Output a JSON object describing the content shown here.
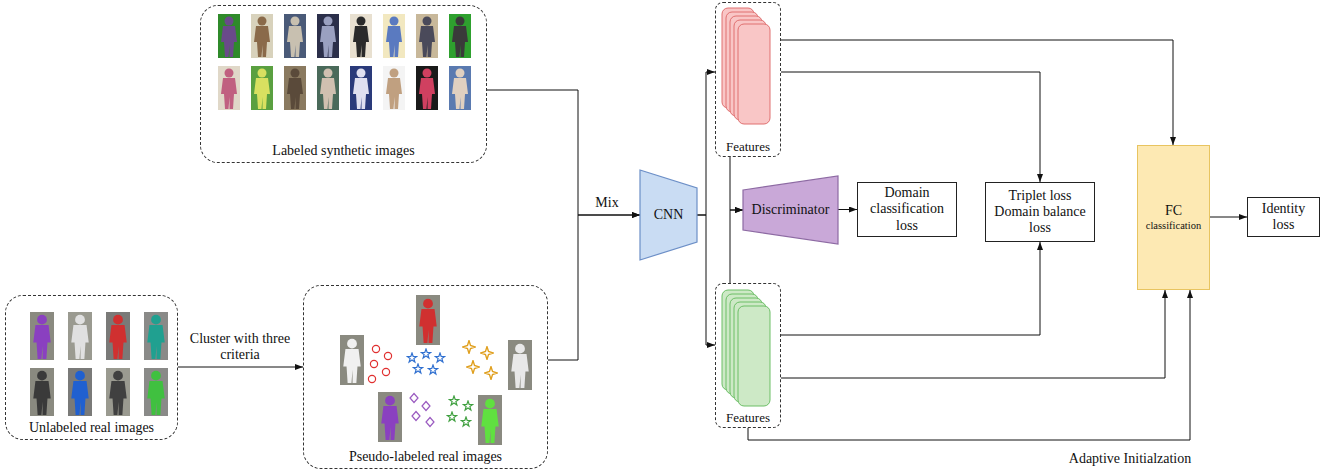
{
  "diagram": {
    "nodes": [
      {
        "text": [
          "Labeled synthetic images"
        ]
      },
      {
        "text": [
          "Unlabeled real images"
        ]
      },
      {
        "text": [
          "Pseudo-labeled real images"
        ]
      },
      {
        "text": [
          "CNN"
        ]
      },
      {
        "text": [
          "Features"
        ]
      },
      {
        "text": [
          "Discriminator"
        ]
      },
      {
        "text": [
          "Domain classification loss"
        ]
      },
      {
        "text": [
          "Triplet loss Domain balance loss"
        ]
      },
      {
        "text": [
          "Features"
        ]
      },
      {
        "text": [
          "FC",
          "classification"
        ]
      },
      {
        "text": [
          "Identity loss"
        ]
      }
    ],
    "edges": [
      {
        "from": 1,
        "to": 2,
        "arrow": "to",
        "label": "Cluster with three criteria"
      },
      {
        "from": 0,
        "to": 3,
        "arrow": "to"
      },
      {
        "from": 2,
        "to": 3,
        "arrow": "to"
      },
      {
        "from": 3,
        "to": 4,
        "arrow": "to"
      },
      {
        "from": 3,
        "to": 8,
        "arrow": "to"
      },
      {
        "from": 4,
        "to": 5,
        "arrow": "to"
      },
      {
        "from": 8,
        "to": 5,
        "arrow": "to"
      },
      {
        "from": 5,
        "to": 6,
        "arrow": "to"
      },
      {
        "from": 4,
        "to": 7,
        "arrow": "to"
      },
      {
        "from": 8,
        "to": 7,
        "arrow": "to"
      },
      {
        "from": 4,
        "to": 9,
        "arrow": "to"
      },
      {
        "from": 8,
        "to": 9,
        "arrow": "to"
      },
      {
        "from": 8,
        "to": 9,
        "arrow": "to",
        "label": "Adaptive Initialzation"
      },
      {
        "from": 9,
        "to": 10,
        "arrow": "to"
      }
    ],
    "labels": [
      "Mix"
    ]
  }
}
